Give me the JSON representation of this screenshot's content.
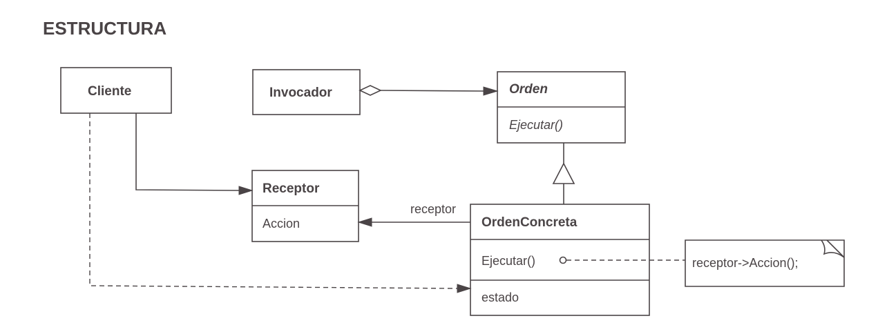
{
  "title": "ESTRUCTURA",
  "colors": {
    "ink": "#4a4446",
    "background": "#ffffff"
  },
  "classes": {
    "cliente": {
      "name": "Cliente"
    },
    "invocador": {
      "name": "Invocador"
    },
    "orden": {
      "name": "Orden",
      "abstract": true,
      "operations": [
        "Ejecutar()"
      ]
    },
    "receptor": {
      "name": "Receptor",
      "operations": [
        "Accion"
      ]
    },
    "orden_concreta": {
      "name": "OrdenConcreta",
      "operations": [
        "Ejecutar()"
      ],
      "attributes": [
        "estado"
      ]
    }
  },
  "note": {
    "text": "receptor->Accion();"
  },
  "associations": {
    "receptor_role": "receptor"
  },
  "relationships": [
    {
      "from": "Invocador",
      "to": "Orden",
      "type": "aggregation"
    },
    {
      "from": "OrdenConcreta",
      "to": "Orden",
      "type": "inheritance"
    },
    {
      "from": "OrdenConcreta",
      "to": "Receptor",
      "type": "association",
      "role": "receptor"
    },
    {
      "from": "Cliente",
      "to": "Receptor",
      "type": "association"
    },
    {
      "from": "Cliente",
      "to": "OrdenConcreta",
      "type": "dependency"
    },
    {
      "from": "OrdenConcreta.Ejecutar()",
      "to": "note",
      "type": "note-link"
    }
  ]
}
